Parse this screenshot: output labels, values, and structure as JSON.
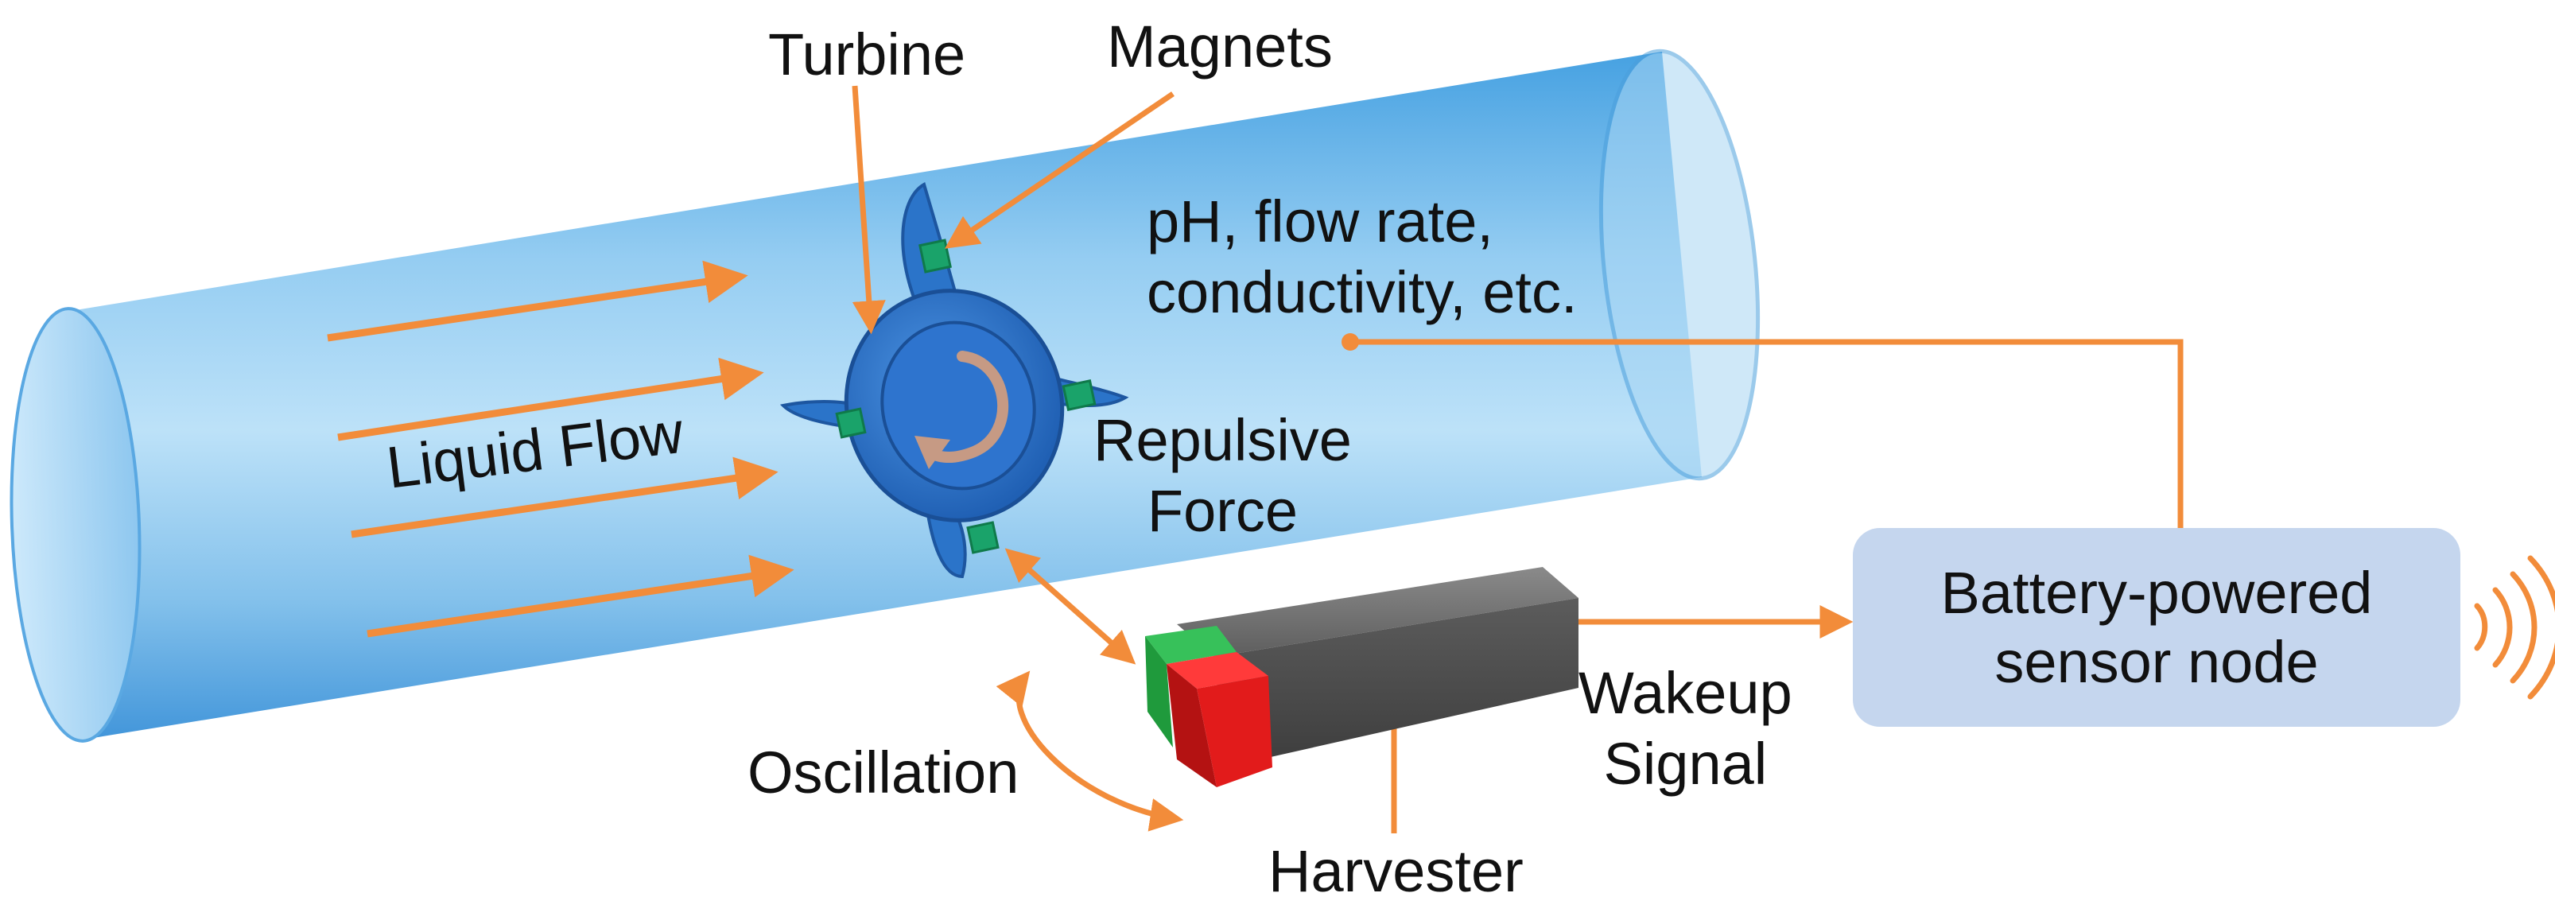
{
  "labels": {
    "turbine": "Turbine",
    "magnets": "Magnets",
    "measurements": "pH, flow rate,\nconductivity, etc.",
    "liquid_flow": "Liquid Flow",
    "repulsive_force": "Repulsive\nForce",
    "oscillation": "Oscillation",
    "harvester": "Harvester",
    "wakeup_signal": "Wakeup\nSignal",
    "sensor_node": "Battery-powered\nsensor node"
  },
  "colors": {
    "arrow": "#f28c3a",
    "pipe_fill": "#9ed0f2",
    "turbine": "#2b74c9",
    "magnet": "#1aa36a",
    "harvester_body": "#6b6b6b",
    "harvester_red": "#e21b1b",
    "harvester_green": "#2cab45",
    "node_box": "#c5d6ee",
    "rotation_arrow": "#c69a84"
  },
  "icons": {
    "wireless": "wireless-signal-icon",
    "rotation": "rotation-arrow-icon"
  }
}
